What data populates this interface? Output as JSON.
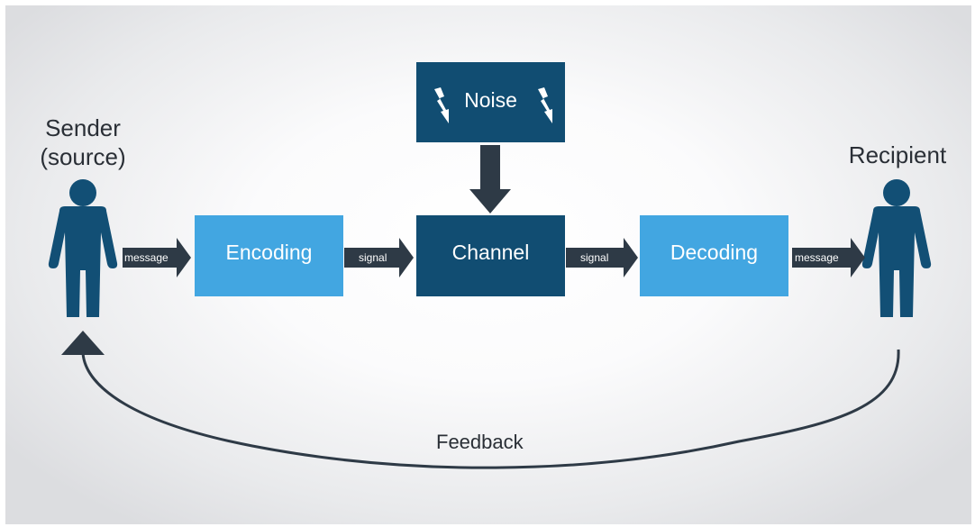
{
  "sender": {
    "line1": "Sender",
    "line2": "(source)"
  },
  "recipient": {
    "label": "Recipient"
  },
  "boxes": {
    "encoding": "Encoding",
    "channel": "Channel",
    "decoding": "Decoding",
    "noise": "Noise"
  },
  "arrows": {
    "message_left": "message",
    "signal_left": "signal",
    "signal_right": "signal",
    "message_right": "message"
  },
  "feedback": {
    "label": "Feedback"
  },
  "colors": {
    "light_box": "#42a6e1",
    "dark_box": "#114d72",
    "person": "#124f75",
    "arrow": "#2e3a46",
    "text": "#2a2f36"
  },
  "icons": [
    "person-icon",
    "lightning-icon",
    "arrow-icon"
  ]
}
